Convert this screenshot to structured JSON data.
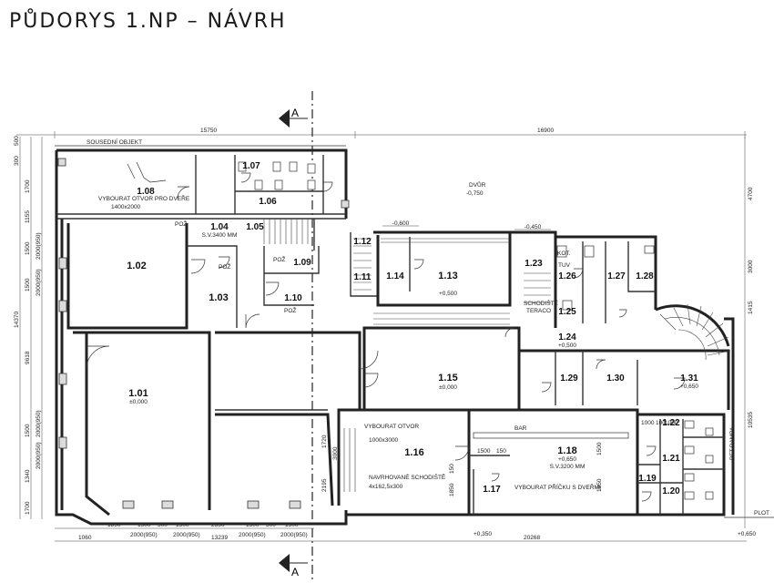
{
  "title": "PŮDORYS 1.NP – NÁVRH",
  "section_mark": "A",
  "labels": {
    "neighbour": "SOUSEDNÍ OBJEKT",
    "courtyard": "DVŮR",
    "courtyard_level": "-0,750",
    "opening_1_08_line1": "VYBOURAT OTVOR PRO DVEŘE",
    "opening_1_08_line2": "1400x2000",
    "opening_1_16_line1": "VYBOURAT OTVOR",
    "opening_1_16_line2": "1000x3000",
    "stairs_1_16_line1": "NAVRHOVANÉ SCHODIŠTĚ",
    "stairs_1_16_line2": "4x162,5x300",
    "opening_1_18": "VYBOURAT PŘÍČKU S DVEŘMI",
    "bar": "BAR",
    "terrace_stairs_line1": "SCHODIŠTĚ",
    "terrace_stairs_line2": "TERACO",
    "ramp": "BET.RAMPA",
    "plot": "PLOT",
    "kot": "KOT.",
    "tuv": "TUV",
    "poz1": "POŽ",
    "poz2": "POŽ",
    "poz3": "POŽ",
    "poz4": "POŽ"
  },
  "rooms": [
    {
      "id": "1.01",
      "level": "±0,000"
    },
    {
      "id": "1.02",
      "level": ""
    },
    {
      "id": "1.03",
      "level": ""
    },
    {
      "id": "1.04",
      "level": "S.V.3400 MM"
    },
    {
      "id": "1.05",
      "level": ""
    },
    {
      "id": "1.06",
      "level": ""
    },
    {
      "id": "1.07",
      "level": ""
    },
    {
      "id": "1.08",
      "level": ""
    },
    {
      "id": "1.09",
      "level": ""
    },
    {
      "id": "1.10",
      "level": ""
    },
    {
      "id": "1.11",
      "level": ""
    },
    {
      "id": "1.12",
      "level": ""
    },
    {
      "id": "1.13",
      "level": "+0,500"
    },
    {
      "id": "1.14",
      "level": ""
    },
    {
      "id": "1.15",
      "level": "±0,000"
    },
    {
      "id": "1.16",
      "level": ""
    },
    {
      "id": "1.17",
      "level": ""
    },
    {
      "id": "1.18",
      "level": "+0,650"
    },
    {
      "id": "1.19",
      "level": ""
    },
    {
      "id": "1.20",
      "level": ""
    },
    {
      "id": "1.21",
      "level": ""
    },
    {
      "id": "1.22",
      "level": ""
    },
    {
      "id": "1.23",
      "level": ""
    },
    {
      "id": "1.24",
      "level": "+0,500"
    },
    {
      "id": "1.25",
      "level": ""
    },
    {
      "id": "1.26",
      "level": ""
    },
    {
      "id": "1.27",
      "level": ""
    },
    {
      "id": "1.28",
      "level": ""
    },
    {
      "id": "1.29",
      "level": ""
    },
    {
      "id": "1.30",
      "level": ""
    },
    {
      "id": "1.31",
      "level": "+0,650"
    }
  ],
  "room_extra": {
    "r118_sv": "S.V.3200 MM"
  },
  "elevations": {
    "e1": "-0,600",
    "e2": "-0,450",
    "e3": "+0,350",
    "e4": "+0,650"
  },
  "dimensions_top": [
    "15750",
    "16900"
  ],
  "dimensions_bottom": [
    "1890",
    "1500",
    "500",
    "1500",
    "2350",
    "1500",
    "500",
    "1500",
    "1060",
    "13239",
    "20268"
  ],
  "dimensions_bottom_openings": [
    "2000(950)",
    "2000(950)",
    "2000(950)",
    "2000(950)"
  ],
  "dimensions_left": [
    "500",
    "300",
    "1700",
    "1155",
    "1500",
    "2000(950)",
    "1500",
    "2000(950)",
    "14370",
    "9618",
    "2000(950)",
    "1500",
    "2000(950)",
    "1340",
    "1700"
  ],
  "dimensions_right": [
    "4700",
    "3000",
    "1415",
    "10535"
  ],
  "dimensions_inner": [
    "1720",
    "3000",
    "2195",
    "1500",
    "150",
    "1500",
    "1950",
    "1850",
    "150",
    "1000",
    "100",
    "1000"
  ]
}
